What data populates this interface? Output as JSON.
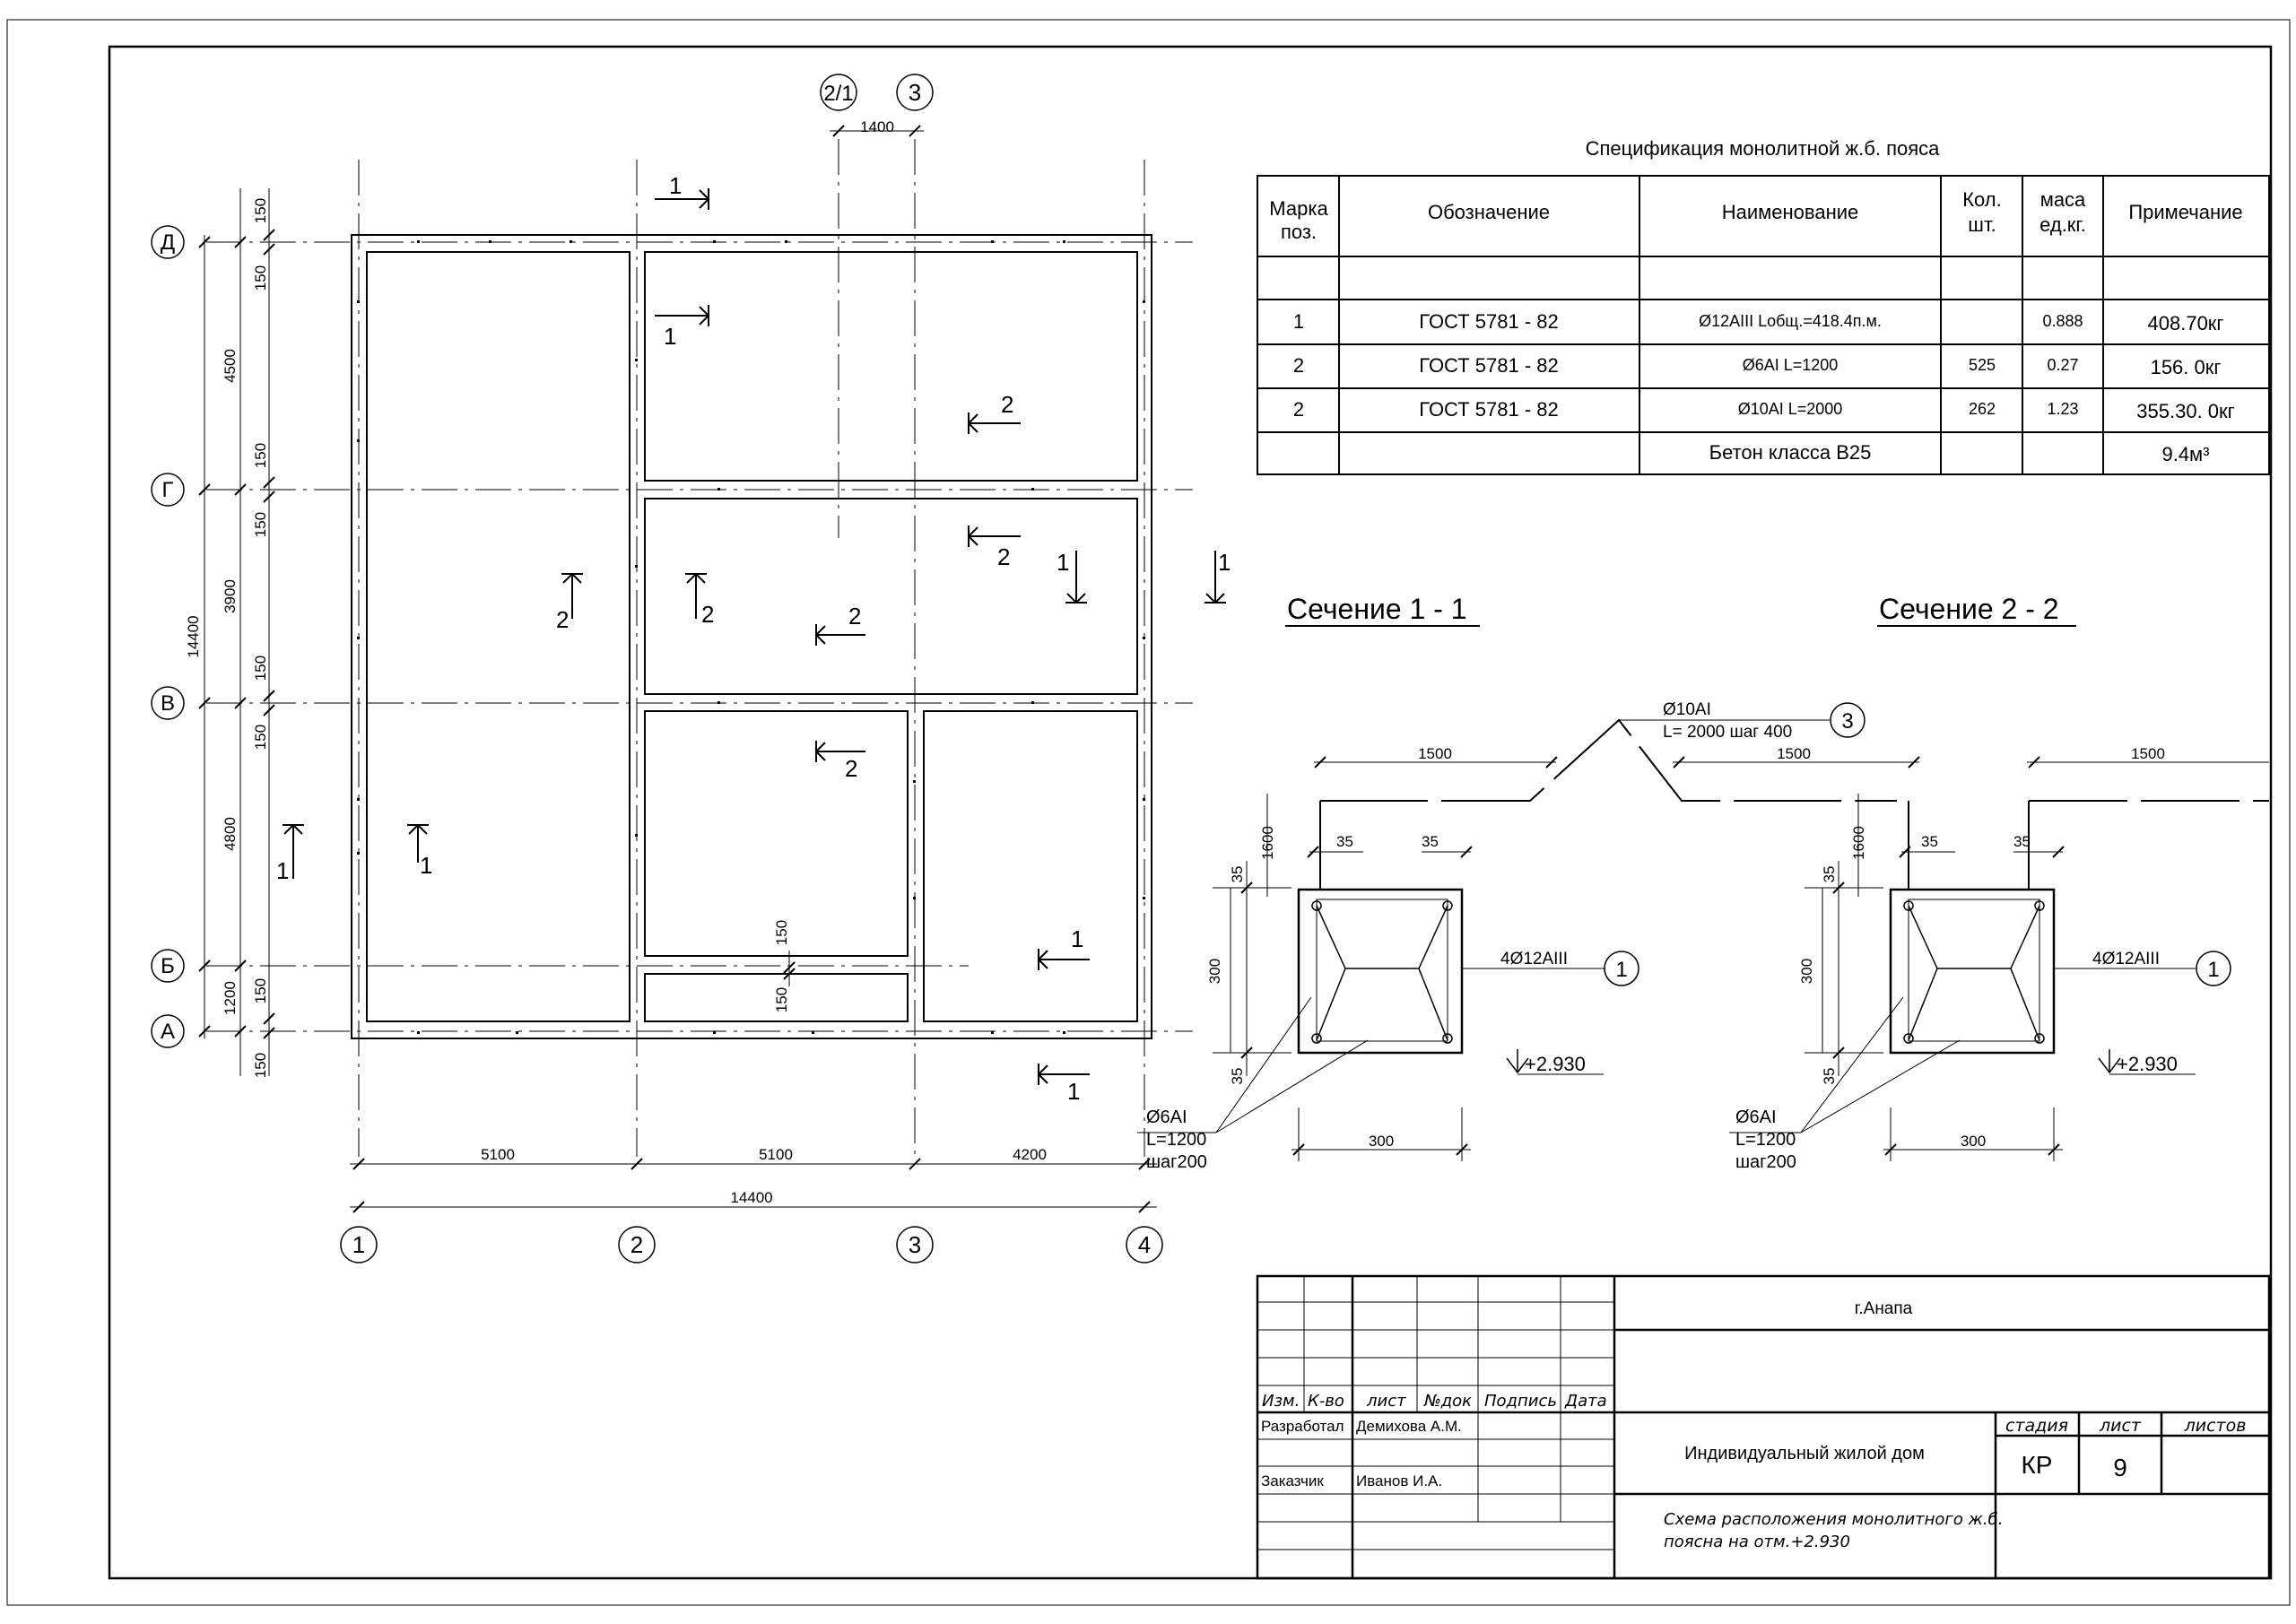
{
  "plan": {
    "axes_letters": [
      "Д",
      "Г",
      "В",
      "Б",
      "А"
    ],
    "axes_numbers": [
      "1",
      "2",
      "3",
      "4"
    ],
    "axis_2_1": "2/1",
    "axis_3_top": "3",
    "dim_1400": "1400",
    "dims_vertical": {
      "d150_a": "150",
      "d150_b": "150",
      "d4500": "4500",
      "d150_c": "150",
      "d150_d": "150",
      "d3900": "3900",
      "d150_e": "150",
      "d150_f": "150",
      "d4800": "4800",
      "d1200": "1200",
      "d150_g": "150",
      "d150_h": "150",
      "d14400": "14400",
      "d150_mid1": "150",
      "d150_mid2": "150"
    },
    "dims_horizontal": {
      "d5100a": "5100",
      "d5100b": "5100",
      "d4200": "4200",
      "d14400": "14400"
    },
    "section_marks": {
      "s1": "1",
      "s2": "2"
    }
  },
  "spec": {
    "title": "Спецификация монолитной ж.б. пояса",
    "headers": [
      "Марка поз.",
      "Обозначение",
      "Наименование",
      "Кол. шт.",
      "маса ед.кг.",
      "Примечание"
    ],
    "header_lines": {
      "h0a": "Марка",
      "h0b": "поз.",
      "h1": "Обозначение",
      "h2": "Наименование",
      "h3a": "Кол.",
      "h3b": "шт.",
      "h4a": "маса",
      "h4b": "ед.кг.",
      "h5": "Примечание"
    },
    "rows": [
      {
        "pos": "1",
        "doc": "ГОСТ 5781 - 82",
        "name": "Ø12AIII Lобщ.=418.4п.м.",
        "qty": "",
        "mass": "0.888",
        "note": "408.70кг"
      },
      {
        "pos": "2",
        "doc": "ГОСТ 5781 - 82",
        "name": "Ø6AI L=1200",
        "qty": "525",
        "mass": "0.27",
        "note": "156. 0кг"
      },
      {
        "pos": "2",
        "doc": "ГОСТ 5781 - 82",
        "name": "Ø10AI L=2000",
        "qty": "262",
        "mass": "1.23",
        "note": "355.30. 0кг"
      },
      {
        "pos": "",
        "doc": "",
        "name": "Бетон  класса B25",
        "qty": "",
        "mass": "",
        "note": "9.4м³"
      }
    ]
  },
  "section1": {
    "title": "Сечение 1 - 1",
    "dim_1500": "1500",
    "dim_1600": "1600",
    "dim_35a": "35",
    "dim_35b": "35",
    "dim_35c": "35",
    "dim_35d": "35",
    "dim_300v": "300",
    "dim_300h": "300",
    "rebar_main": "4Ø12AIII",
    "rebar_main_pos": "1",
    "stirrup_1": "Ø6AI",
    "stirrup_2": "L=1200",
    "stirrup_3": "шаг200",
    "level": "+2.930"
  },
  "section2": {
    "title": "Сечение 2 - 2",
    "dim_1500a": "1500",
    "dim_1500b": "1500",
    "dim_1600": "1600",
    "dim_35a": "35",
    "dim_35b": "35",
    "dim_35c": "35",
    "dim_35d": "35",
    "dim_300v": "300",
    "dim_300h": "300",
    "rebar_main": "4Ø12AIII",
    "rebar_main_pos": "1",
    "stirrup_1": "Ø6AI",
    "stirrup_2": "L=1200",
    "stirrup_3": "шаг200",
    "level": "+2.930"
  },
  "connector": {
    "line1": "Ø10AI",
    "line2": "L= 2000 шаг 400",
    "pos": "3"
  },
  "stamp": {
    "city": "г.Анапа",
    "col_izm": "Изм.",
    "col_kvo": "К-во",
    "col_list": "лист",
    "col_ndok": "№док",
    "col_podpis": "Подпись",
    "col_data": "Дата",
    "razrab_label": "Разработал",
    "razrab_name": "Демихова А.М.",
    "zakaz_label": "Заказчик",
    "zakaz_name": "Иванов И.А.",
    "object": "Индивидуальный  жилой  дом",
    "stadiya_label": "стадия",
    "list_label": "лист",
    "listov_label": "листов",
    "stadiya": "КР",
    "list": "9",
    "listov": "",
    "title_line1": "Схема расположения монолитного ж.б.",
    "title_line2": "пояснa на отм.+2.930"
  }
}
